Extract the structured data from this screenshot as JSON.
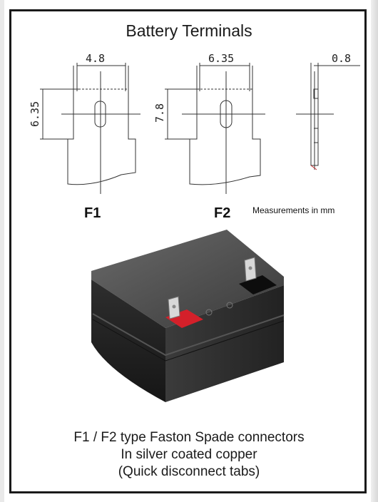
{
  "title": "Battery Terminals",
  "figures": [
    {
      "label": "F1",
      "width_dim": "4.8",
      "height_dim": "6.35"
    },
    {
      "label": "F2",
      "width_dim": "6.35",
      "height_dim": "7.8"
    },
    {
      "thickness_dim": "0.8"
    }
  ],
  "units_note": "Measurements in mm",
  "caption": [
    "F1 / F2 type Faston Spade connectors",
    "In silver coated copper",
    "(Quick disconnect tabs)"
  ],
  "colors": {
    "frame": "#1a1a1a",
    "battery_body": "#2b2b2b",
    "positive_marker": "#d4202a"
  }
}
